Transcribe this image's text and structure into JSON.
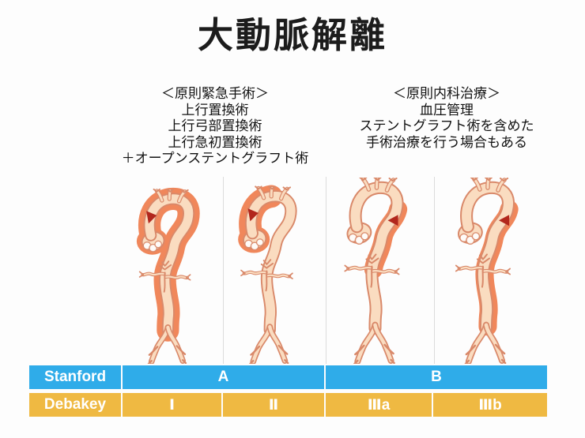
{
  "title": "大動脈解離",
  "notes": {
    "left": {
      "lines": [
        "＜原則緊急手術＞",
        "上行置換術",
        "上行弓部置換術",
        "上行急初置換術",
        "＋オープンステントグラフト術"
      ]
    },
    "right": {
      "lines": [
        "＜原則内科治療＞",
        "血圧管理",
        "ステントグラフト術を含めた",
        "手術治療を行う場合もある"
      ]
    }
  },
  "figures": [
    {
      "name": "aorta-type-1",
      "dissection": "whole",
      "arrow": "ascending"
    },
    {
      "name": "aorta-type-2",
      "dissection": "ascending",
      "arrow": "ascending"
    },
    {
      "name": "aorta-type-3a",
      "dissection": "descending-upper",
      "arrow": "descending"
    },
    {
      "name": "aorta-type-3b",
      "dissection": "descending-full",
      "arrow": "descending"
    }
  ],
  "classification": {
    "stanford": {
      "label": "Stanford",
      "cells": [
        {
          "text": "A"
        },
        {
          "text": "B"
        }
      ]
    },
    "debakey": {
      "label": "Debakey",
      "cells": [
        {
          "text": "Ⅰ"
        },
        {
          "text": "Ⅱ"
        },
        {
          "text": "Ⅲa"
        },
        {
          "text": "Ⅲb"
        }
      ]
    }
  },
  "colors": {
    "stanford_row": "#2FACE9",
    "debakey_row": "#EFB942",
    "aorta_outline": "#D9896A",
    "aorta_lumen": "#FADCC0",
    "dissection": "#F0875B",
    "tear_arrow": "#B2271D",
    "panel_divider": "#DCDCDC"
  }
}
